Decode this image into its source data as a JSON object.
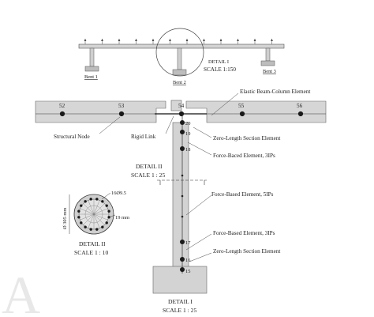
{
  "watermark": {
    "text": "A"
  },
  "overview": {
    "bents": [
      "Bent 1",
      "Bent 2",
      "Bent 3"
    ],
    "detail_label": "DETAIL I",
    "scale_label": "SCALE 1:150"
  },
  "deck": {
    "nodes": [
      "52",
      "53",
      "54",
      "55",
      "56"
    ]
  },
  "column_nodes": {
    "top": [
      "20",
      "19",
      "18"
    ],
    "bottom": [
      "17",
      "16",
      "15"
    ]
  },
  "callouts": {
    "elastic": "Elastic Beam-Column Element",
    "structural_node": "Structural Node",
    "rigid_link": "Rigid Link",
    "zero_length_top": "Zero-Length Section Element",
    "force_baced_top": "Force-Baced Element, 3IPs",
    "force_based_mid": "Force-Based Element, 5IPs",
    "force_based_bottom": "Force-Based Element, 3IPs",
    "zero_length_bottom": "Zero-Length Section Element"
  },
  "detail_2_column": {
    "title": "DETAIL II",
    "scale": "SCALE 1 : 25"
  },
  "section": {
    "bars": "16Ø9.5",
    "cover": "19 mm",
    "diameter": "Ø 305 mm",
    "title": "DETAIL II",
    "scale": "SCALE 1 : 10"
  },
  "detail_1_bottom": {
    "title": "DETAIL I",
    "scale": "SCALE 1 : 25"
  }
}
